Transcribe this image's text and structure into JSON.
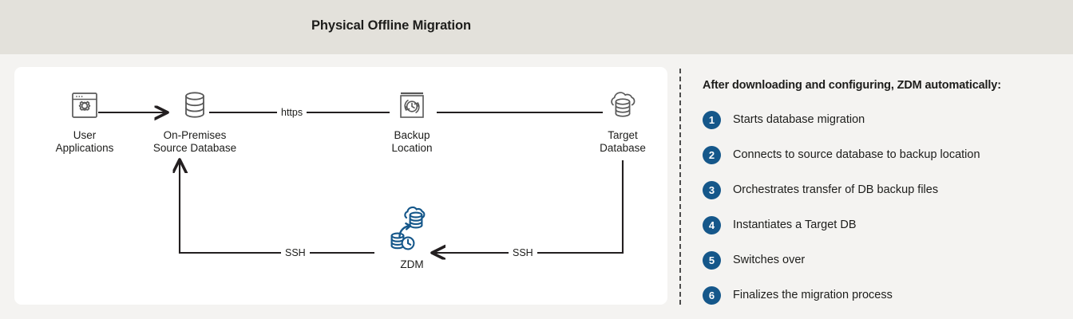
{
  "header": {
    "title": "Physical Offline Migration",
    "band_color": "#e3e1db"
  },
  "theme": {
    "page_background": "#f4f3f1",
    "card_background": "#ffffff",
    "accent_blue": "#15578a",
    "line_color": "#231f20",
    "text_color": "#1d1d1b"
  },
  "diagram": {
    "nodes": [
      {
        "id": "user-applications",
        "label": "User\nApplications",
        "icon": "browser-gear-icon",
        "color": "#595959"
      },
      {
        "id": "on-premises-source-database",
        "label": "On-Premises\nSource Database",
        "icon": "database-cylinder-icon",
        "color": "#595959"
      },
      {
        "id": "backup-location",
        "label": "Backup\nLocation",
        "icon": "backup-clock-icon",
        "color": "#595959"
      },
      {
        "id": "target-database",
        "label": "Target\nDatabase",
        "icon": "cloud-database-icon",
        "color": "#595959"
      },
      {
        "id": "zdm",
        "label": "ZDM",
        "icon": "zdm-migration-icon",
        "color": "#15578a"
      }
    ],
    "edges": [
      {
        "from": "user-applications",
        "to": "on-premises-source-database",
        "label": "",
        "arrow": "end"
      },
      {
        "from": "on-premises-source-database",
        "to": "backup-location",
        "label": "https",
        "arrow": "none"
      },
      {
        "from": "backup-location",
        "to": "target-database",
        "label": "",
        "arrow": "none"
      },
      {
        "from": "zdm",
        "to": "on-premises-source-database",
        "label": "SSH",
        "arrow": "end"
      },
      {
        "from": "target-database",
        "to": "zdm",
        "label": "SSH",
        "arrow": "end"
      }
    ]
  },
  "steps_panel": {
    "heading": "After downloading and configuring, ZDM automatically:",
    "items": [
      {
        "number": "1",
        "text": "Starts database migration"
      },
      {
        "number": "2",
        "text": "Connects to source database to backup location"
      },
      {
        "number": "3",
        "text": "Orchestrates transfer of DB backup files"
      },
      {
        "number": "4",
        "text": "Instantiates a Target DB"
      },
      {
        "number": "5",
        "text": "Switches over"
      },
      {
        "number": "6",
        "text": "Finalizes the migration process"
      }
    ]
  }
}
